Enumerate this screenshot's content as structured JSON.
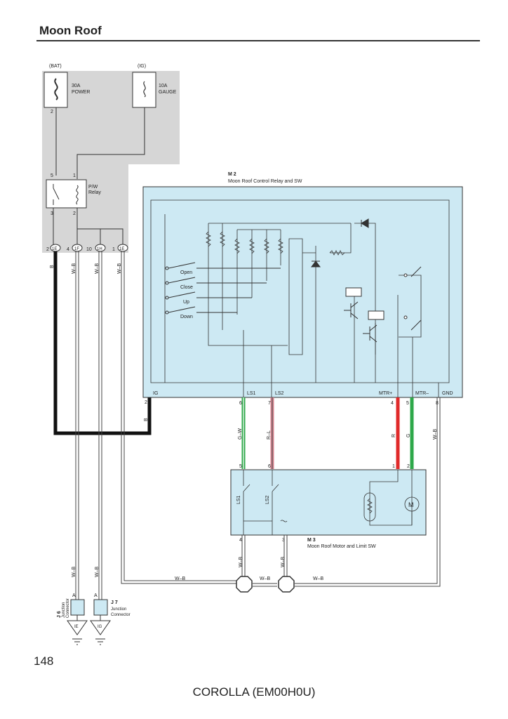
{
  "page": {
    "title": "Moon Roof",
    "page_number": "148",
    "footer": "COROLLA (EM00H0U)"
  },
  "fuses": [
    {
      "source": "(BAT)",
      "rating": "30A",
      "name": "POWER",
      "pin": "2"
    },
    {
      "source": "(IG)",
      "rating": "10A",
      "name": "GAUGE",
      "pin": ""
    }
  ],
  "relay": {
    "name": "P/W",
    "name2": "Relay",
    "pins": [
      "5",
      "1",
      "3",
      "2"
    ]
  },
  "junction_connectors": [
    {
      "pin": "2",
      "label": "1E"
    },
    {
      "pin": "4",
      "label": "1F"
    },
    {
      "pin": "10",
      "label": "1H"
    },
    {
      "pin": "1",
      "label": "1E"
    }
  ],
  "m2": {
    "id": "M 2",
    "name": "Moon Roof Control Relay and SW",
    "switches": [
      "Open",
      "Close",
      "Up",
      "Down"
    ],
    "terminals": [
      {
        "label": "IG",
        "pin": "2"
      },
      {
        "label": "LS1",
        "pin": "6"
      },
      {
        "label": "LS2",
        "pin": "7"
      },
      {
        "label": "MTR+",
        "pin": "4"
      },
      {
        "label": "MTR–",
        "pin": "5"
      },
      {
        "label": "GND",
        "pin": "8"
      }
    ]
  },
  "m3": {
    "id": "M 3",
    "name": "Moon Roof Motor and Limit SW",
    "top_pins": [
      "5",
      "6",
      "1",
      "2"
    ],
    "bottom_pins": [
      "4",
      "3"
    ],
    "switches": [
      "LS1",
      "LS2"
    ],
    "motor": "M"
  },
  "wires": {
    "b": "B",
    "wb": "W–B",
    "gw": "G–W",
    "rl": "R–L",
    "r": "R",
    "g": "G",
    "wb2": "W-B"
  },
  "junctions": [
    {
      "id": "J 6",
      "name": "Junction",
      "name2": "Connector",
      "pin": "A",
      "ground": "IE"
    },
    {
      "id": "J 7",
      "name": "Junction",
      "name2": "Connector",
      "pin": "A",
      "ground": "IG"
    }
  ],
  "colors": {
    "module_fill": "#cde9f3",
    "gray_fill": "#d6d6d6",
    "wire_green": "#2ea84a",
    "wire_red": "#e02a2a",
    "wire_pink": "#d9838f"
  }
}
